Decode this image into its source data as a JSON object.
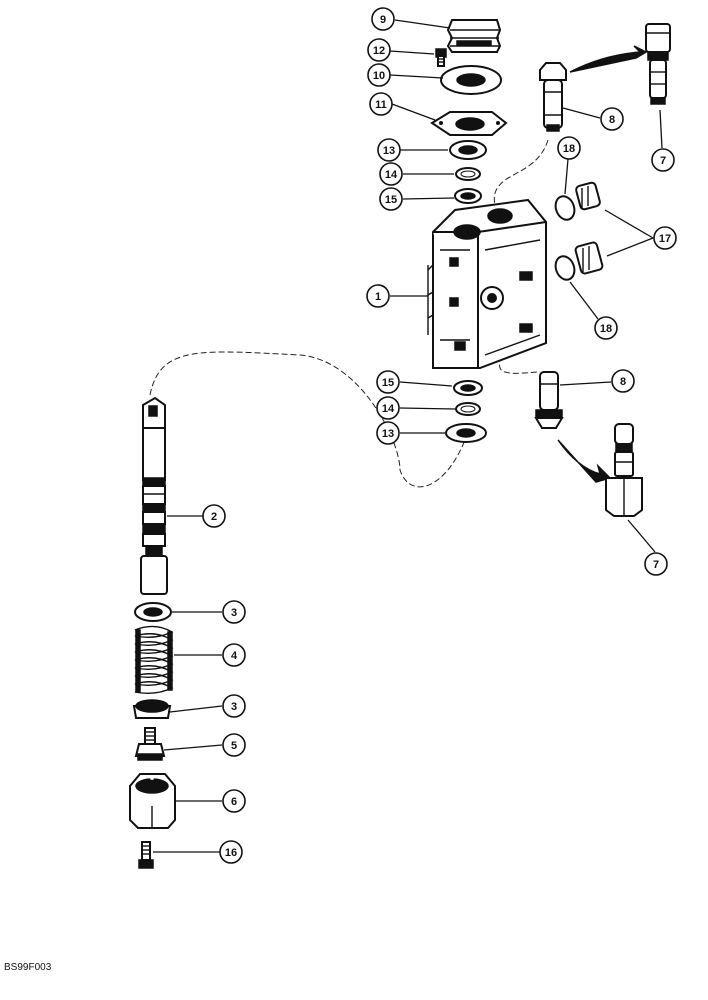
{
  "diagram": {
    "figure_code": "BS99F003",
    "callouts": [
      {
        "id": "c9",
        "label": "9"
      },
      {
        "id": "c12",
        "label": "12"
      },
      {
        "id": "c10",
        "label": "10"
      },
      {
        "id": "c11",
        "label": "11"
      },
      {
        "id": "c13a",
        "label": "13"
      },
      {
        "id": "c14a",
        "label": "14"
      },
      {
        "id": "c15a",
        "label": "15"
      },
      {
        "id": "c8a",
        "label": "8"
      },
      {
        "id": "c7a",
        "label": "7"
      },
      {
        "id": "c18a",
        "label": "18"
      },
      {
        "id": "c17",
        "label": "17"
      },
      {
        "id": "c1",
        "label": "1"
      },
      {
        "id": "c18b",
        "label": "18"
      },
      {
        "id": "c15b",
        "label": "15"
      },
      {
        "id": "c14b",
        "label": "14"
      },
      {
        "id": "c13b",
        "label": "13"
      },
      {
        "id": "c8b",
        "label": "8"
      },
      {
        "id": "c7b",
        "label": "7"
      },
      {
        "id": "c2",
        "label": "2"
      },
      {
        "id": "c3a",
        "label": "3"
      },
      {
        "id": "c4",
        "label": "4"
      },
      {
        "id": "c3b",
        "label": "3"
      },
      {
        "id": "c5",
        "label": "5"
      },
      {
        "id": "c6",
        "label": "6"
      },
      {
        "id": "c16",
        "label": "16"
      }
    ]
  }
}
